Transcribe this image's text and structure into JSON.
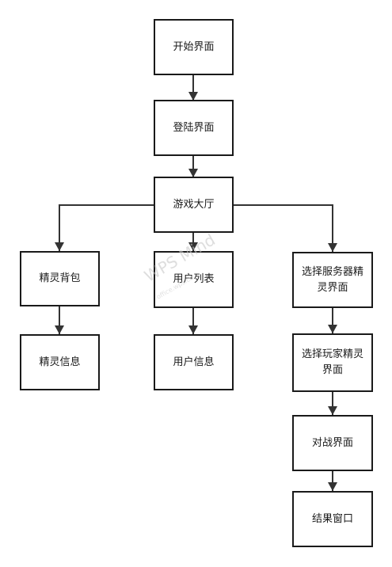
{
  "nodes": {
    "start": "开始界面",
    "login": "登陆界面",
    "lobby": "游戏大厅",
    "backpack": "精灵背包",
    "sprite_info": "精灵信息",
    "user_list": "用户列表",
    "user_info": "用户信息",
    "select_server": "选择服务器精灵界面",
    "select_player": "选择玩家精灵界面",
    "battle": "对战界面",
    "result": "结果窗口"
  },
  "watermark": {
    "text": "WPS Mind",
    "sub": "office.wps.cn"
  },
  "colors": {
    "stroke": "#1a1a1a",
    "background": "#ffffff"
  }
}
